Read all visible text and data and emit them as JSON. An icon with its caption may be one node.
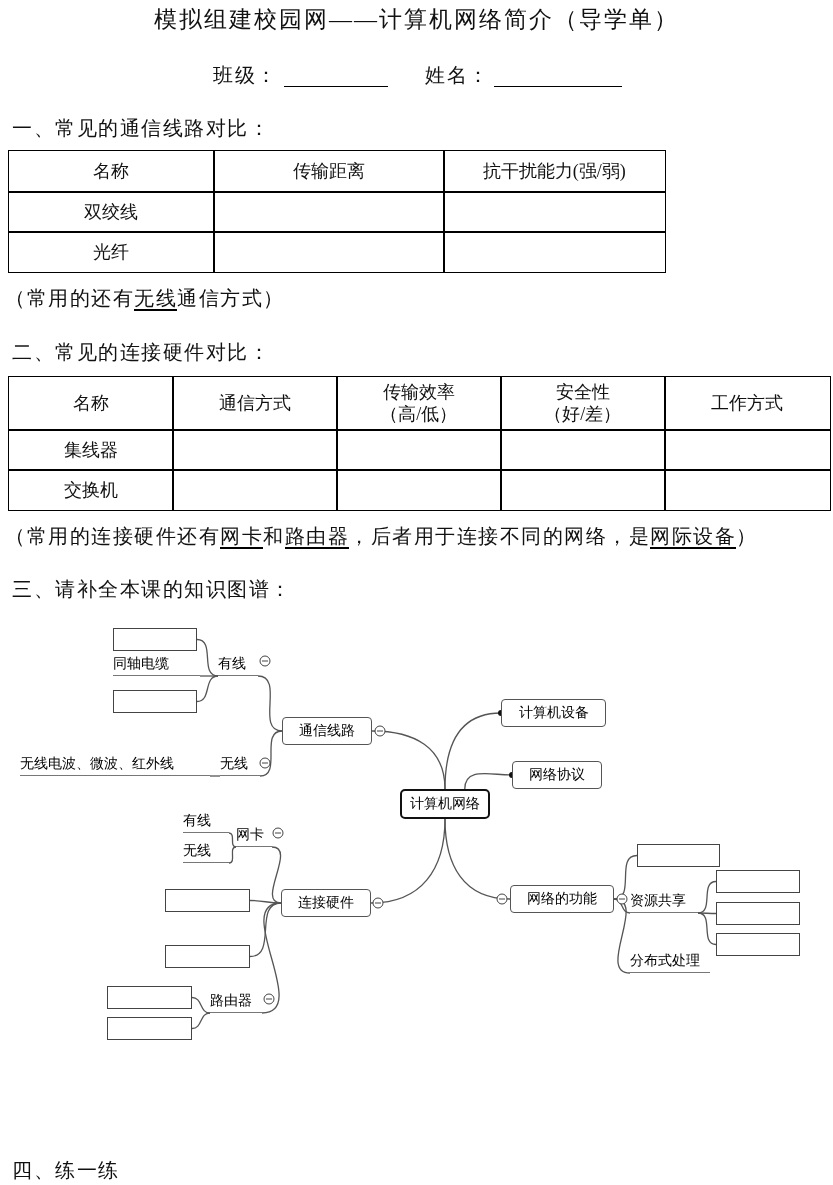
{
  "diagram": {
    "title": "模拟组建校园网——计算机网络简介（导学单）",
    "nodes": [
      {
        "text": [
          "计算机网络"
        ]
      },
      {
        "text": [
          "通信线路"
        ]
      },
      {
        "text": [
          "有线"
        ]
      },
      {
        "text": [],
        "shape": "box"
      },
      {
        "text": [
          "同轴电缆"
        ]
      },
      {
        "text": [],
        "shape": "box"
      },
      {
        "text": [
          "无线"
        ]
      },
      {
        "text": [
          "无线电波、微波、红外线"
        ]
      },
      {
        "text": [
          "计算机设备"
        ]
      },
      {
        "text": [
          "网络协议"
        ]
      },
      {
        "text": [
          "连接硬件"
        ]
      },
      {
        "text": [
          "网卡"
        ]
      },
      {
        "text": [
          "有线"
        ]
      },
      {
        "text": [
          "无线"
        ]
      },
      {
        "text": [],
        "shape": "box"
      },
      {
        "text": [],
        "shape": "box"
      },
      {
        "text": [
          "路由器"
        ]
      },
      {
        "text": [],
        "shape": "box"
      },
      {
        "text": [],
        "shape": "box"
      },
      {
        "text": [
          "网络的功能"
        ]
      },
      {
        "text": [],
        "shape": "box"
      },
      {
        "text": [
          "资源共享"
        ]
      },
      {
        "text": [],
        "shape": "box"
      },
      {
        "text": [],
        "shape": "box"
      },
      {
        "text": [],
        "shape": "box"
      },
      {
        "text": [
          "分布式处理"
        ]
      }
    ],
    "edges": [
      {
        "from": 0,
        "to": 1,
        "arrow": "none"
      },
      {
        "from": 0,
        "to": 8,
        "arrow": "other"
      },
      {
        "from": 0,
        "to": 9,
        "arrow": "other"
      },
      {
        "from": 0,
        "to": 10,
        "arrow": "none"
      },
      {
        "from": 0,
        "to": 19,
        "arrow": "none"
      },
      {
        "from": 1,
        "to": 2,
        "arrow": "none"
      },
      {
        "from": 1,
        "to": 6,
        "arrow": "none"
      },
      {
        "from": 2,
        "to": 3,
        "arrow": "none"
      },
      {
        "from": 2,
        "to": 4,
        "arrow": "none"
      },
      {
        "from": 2,
        "to": 5,
        "arrow": "none"
      },
      {
        "from": 6,
        "to": 7,
        "arrow": "none"
      },
      {
        "from": 10,
        "to": 11,
        "arrow": "none"
      },
      {
        "from": 10,
        "to": 14,
        "arrow": "none"
      },
      {
        "from": 10,
        "to": 15,
        "arrow": "none"
      },
      {
        "from": 10,
        "to": 16,
        "arrow": "none"
      },
      {
        "from": 11,
        "to": 12,
        "arrow": "none"
      },
      {
        "from": 11,
        "to": 13,
        "arrow": "none"
      },
      {
        "from": 16,
        "to": 17,
        "arrow": "none"
      },
      {
        "from": 16,
        "to": 18,
        "arrow": "none"
      },
      {
        "from": 19,
        "to": 20,
        "arrow": "none"
      },
      {
        "from": 19,
        "to": 21,
        "arrow": "none"
      },
      {
        "from": 19,
        "to": 25,
        "arrow": "none"
      },
      {
        "from": 21,
        "to": 22,
        "arrow": "none"
      },
      {
        "from": 21,
        "to": 23,
        "arrow": "none"
      },
      {
        "from": 21,
        "to": 24,
        "arrow": "none"
      }
    ],
    "labels": [
      "班级：",
      "姓名：",
      "一、常见的通信线路对比：",
      "名称",
      "传输距离",
      "抗干扰能力(强/弱)",
      "双绞线",
      "光纤",
      "（常用的还有",
      "无线",
      "通信方式）",
      "二、常见的连接硬件对比：",
      "名称",
      "通信方式",
      "传输效率（高/低）",
      "安全性（好/差）",
      "工作方式",
      "集线器",
      "交换机",
      "（常用的连接硬件还有",
      "网卡",
      "和",
      "路由器",
      "，后者用于连接不同的网络，是",
      "网际设备",
      "）",
      "三、请补全本课的知识图谱：",
      "四、练一练"
    ]
  }
}
